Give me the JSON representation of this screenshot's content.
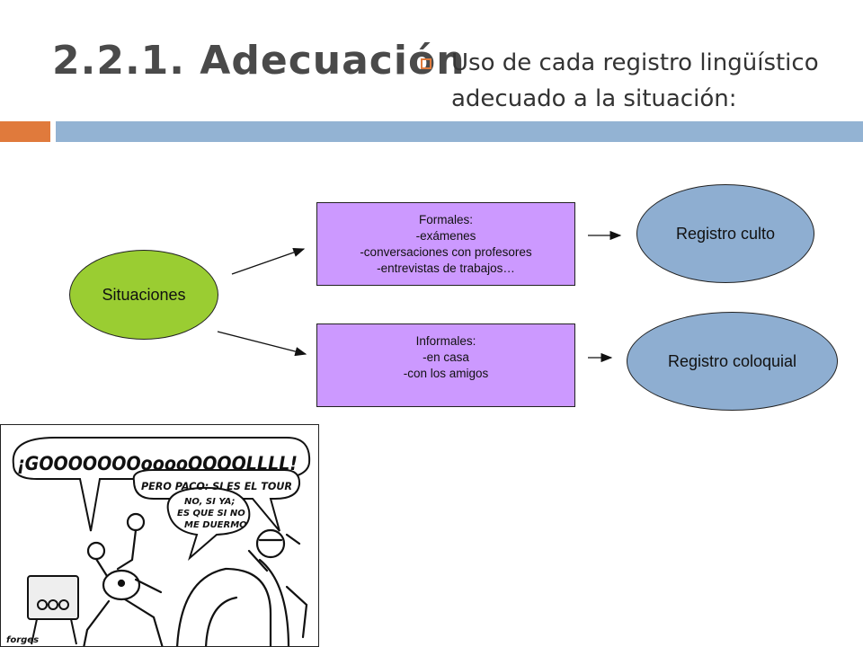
{
  "slide": {
    "title": "2.2.1. Adecuación",
    "bullet": "Uso de cada registro lingüístico adecuado a la situación:"
  },
  "diagram": {
    "situaciones": "Situaciones",
    "formal": {
      "lines": [
        "Formales:",
        "-exámenes",
        "-conversaciones con profesores",
        "-entrevistas de trabajos…"
      ]
    },
    "informal": {
      "lines": [
        "Informales:",
        "-en casa",
        "-con los amigos"
      ]
    },
    "registro_culto": "Registro culto",
    "registro_coloquial": "Registro coloquial"
  },
  "colors": {
    "accent_orange": "#e07a3c",
    "accent_blue": "#93b3d3",
    "situaciones_fill": "#9acd32",
    "box_fill": "#cc99ff",
    "registro_fill": "#8eaed1"
  },
  "cartoon": {
    "speech_1": "¡GOOOOOOOooooOOOOLLLL!",
    "speech_2": "PERO PACO: SI ES EL TOUR",
    "speech_3_line1": "NO, SI YA;",
    "speech_3_line2": "ES QUE SI NO",
    "speech_3_line3": "ME DUERMO",
    "signature": "forges"
  }
}
